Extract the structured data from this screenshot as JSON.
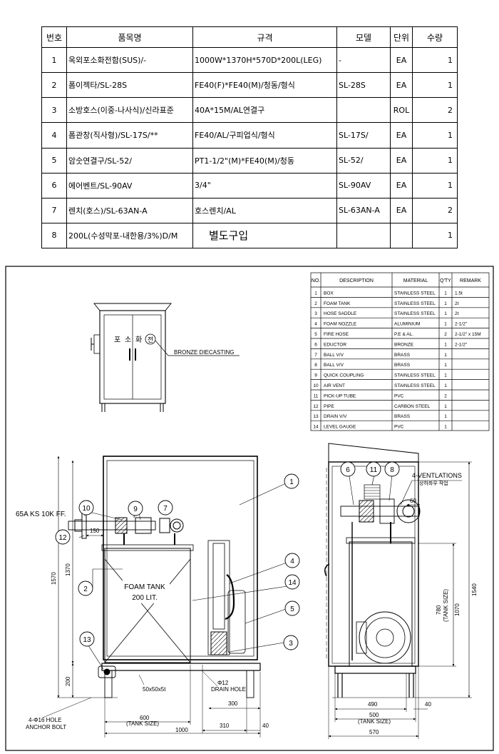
{
  "spec_table": {
    "headers": [
      "번호",
      "품목명",
      "규격",
      "모델",
      "단위",
      "수량"
    ],
    "rows": [
      {
        "no": "1",
        "name": "옥외포소화전함(SUS)/-",
        "spec": "1000W*1370H*570D*200L(LEG)",
        "model": "-",
        "unit": "EA",
        "qty": "1"
      },
      {
        "no": "2",
        "name": "폼이젝타/SL-28S",
        "spec": "FE40(F)*FE40(M)/청동/형식",
        "model": "SL-28S",
        "unit": "EA",
        "qty": "1"
      },
      {
        "no": "3",
        "name": "소방호스(이중-나사식)/신라표준",
        "spec": "40A*15M/AL연결구",
        "model": "",
        "unit": "ROL",
        "qty": "2"
      },
      {
        "no": "4",
        "name": "폼관창(직사형)/SL-17S/**",
        "spec": "FE40/AL/구피업식/형식",
        "model": "SL-17S/",
        "unit": "EA",
        "qty": "1"
      },
      {
        "no": "5",
        "name": "암숫연결구/SL-52/",
        "spec": "PT1-1/2\"(M)*FE40(M)/청동",
        "model": "SL-52/",
        "unit": "EA",
        "qty": "1"
      },
      {
        "no": "6",
        "name": "에어벤트/SL-90AV",
        "spec": "3/4\"",
        "model": "SL-90AV",
        "unit": "EA",
        "qty": "1"
      },
      {
        "no": "7",
        "name": "렌치(호스)/SL-63AN-A",
        "spec": "호스렌치/AL",
        "model": "SL-63AN-A",
        "unit": "EA",
        "qty": "2"
      },
      {
        "no": "8",
        "name": "200L(수성막포-내한용/3%)D/M",
        "spec": "별도구입",
        "model": "",
        "unit": "",
        "qty": "1"
      }
    ]
  },
  "parts_table": {
    "headers": [
      "NO.",
      "DESCRIPTION",
      "MATERIAL",
      "Q'TY",
      "REMARK"
    ],
    "rows": [
      {
        "no": "1",
        "desc": "BOX",
        "mat": "STAINLESS STEEL",
        "qty": "1",
        "rem": "1.5t"
      },
      {
        "no": "2",
        "desc": "FOAM TANK",
        "mat": "STAINLESS STEEL",
        "qty": "1",
        "rem": "2t"
      },
      {
        "no": "3",
        "desc": "HOSE SADDLE",
        "mat": "STAINLESS STEEL",
        "qty": "1",
        "rem": "2t"
      },
      {
        "no": "4",
        "desc": "FOAM NOZZLE",
        "mat": "ALUMINIUM",
        "qty": "1",
        "rem": "2-1/2\""
      },
      {
        "no": "5",
        "desc": "FIRE HOSE",
        "mat": "P.E & AL.",
        "qty": "2",
        "rem": "2-1/2\" x 15M"
      },
      {
        "no": "6",
        "desc": "EDUCTOR",
        "mat": "BRONZE",
        "qty": "1",
        "rem": "2-1/2\""
      },
      {
        "no": "7",
        "desc": "BALL V/V",
        "mat": "BRASS",
        "qty": "1",
        "rem": ""
      },
      {
        "no": "8",
        "desc": "BALL V/V",
        "mat": "BRASS",
        "qty": "1",
        "rem": ""
      },
      {
        "no": "9",
        "desc": "QUICK COUPLING",
        "mat": "STAINLESS STEEL",
        "qty": "1",
        "rem": ""
      },
      {
        "no": "10",
        "desc": "AIR VENT",
        "mat": "STAINLESS STEEL",
        "qty": "1",
        "rem": ""
      },
      {
        "no": "11",
        "desc": "PICK-UP TUBE",
        "mat": "PVC",
        "qty": "2",
        "rem": ""
      },
      {
        "no": "12",
        "desc": "PIPE",
        "mat": "CARBON STEEL",
        "qty": "1",
        "rem": ""
      },
      {
        "no": "13",
        "desc": "DRAIN V/V",
        "mat": "BRASS",
        "qty": "1",
        "rem": ""
      },
      {
        "no": "14",
        "desc": "LEVEL GAUGE",
        "mat": "PVC",
        "qty": "1",
        "rem": ""
      }
    ]
  },
  "drawing": {
    "cabinet_label_chars": [
      "포",
      "소",
      "화",
      "전"
    ],
    "bronze_label": "BRONZE DIECASTING",
    "flange_label": "65A KS 10K FF.",
    "tank_label_1": "FOAM TANK",
    "tank_label_2": "200 LIT.",
    "ventilation_label": "4-VENTLATIONS",
    "ventilation_sub": "상하좌우 작업",
    "tank_size_label": "(TANK SIZE)",
    "drain_dia": "Φ12",
    "drain_hole": "DRAIN HOLE",
    "angle": "50x50x5t",
    "anchor_1": "4-Φ16 HOLE",
    "anchor_2": "ANCHOR BOLT",
    "dims": {
      "h1570": "1570",
      "h1370": "1370",
      "w150": "150",
      "h200": "200",
      "w600": "600",
      "w1000": "1000",
      "w300": "300",
      "w310": "310",
      "w40a": "40",
      "w60": "60",
      "h780": "780",
      "h1070": "1070",
      "h1540": "1540",
      "w490": "490",
      "w40b": "40",
      "w500": "500",
      "w570": "570"
    },
    "balloons": [
      "1",
      "2",
      "3",
      "4",
      "5",
      "6",
      "7",
      "8",
      "9",
      "10",
      "11",
      "12",
      "13",
      "14"
    ]
  }
}
